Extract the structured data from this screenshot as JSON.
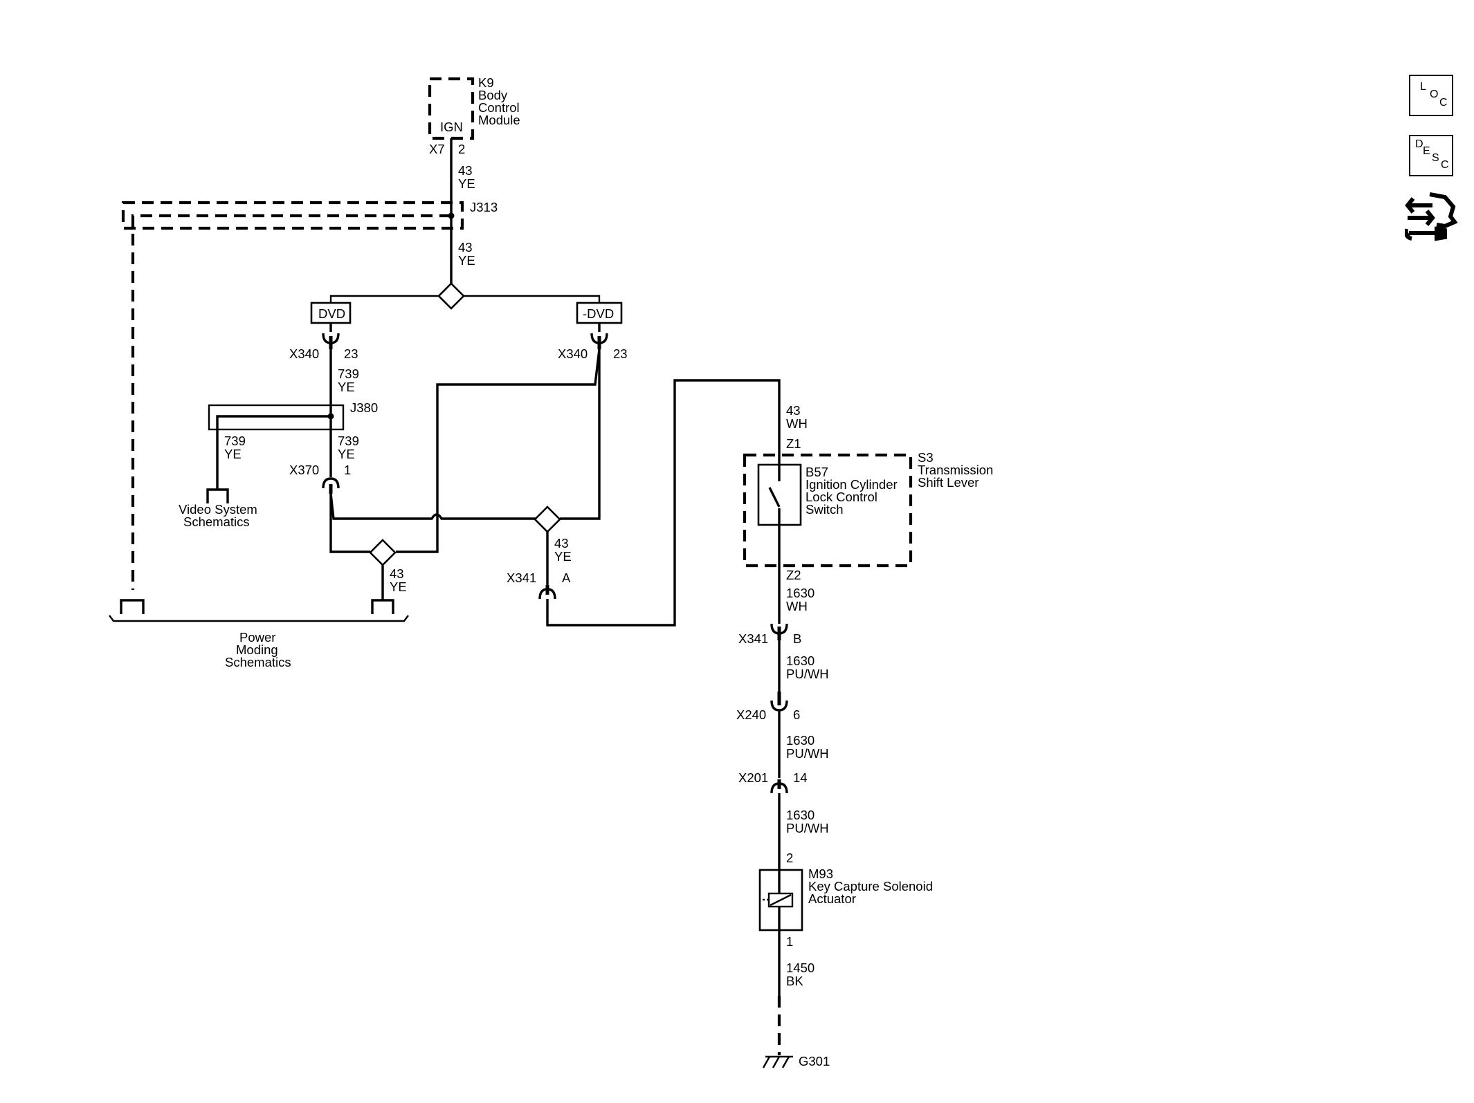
{
  "side_buttons": {
    "loc": {
      "l1": "L",
      "l2": "O",
      "l3": "C"
    },
    "desc": {
      "l1": "D",
      "l2": "E",
      "l3": "S",
      "l4": "C"
    }
  },
  "k9": {
    "ref": "K9",
    "l1": "Body",
    "l2": "Control",
    "l3": "Module",
    "pin_name": "IGN",
    "connector": "X7",
    "pin": "2"
  },
  "wires": {
    "w1": {
      "circuit": "43",
      "color": "YE"
    },
    "w2": {
      "circuit": "43",
      "color": "YE"
    },
    "w3": {
      "circuit": "739",
      "color": "YE"
    },
    "w4": {
      "circuit": "739",
      "color": "YE"
    },
    "w5": {
      "circuit": "739",
      "color": "YE"
    },
    "w6": {
      "circuit": "43",
      "color": "YE"
    },
    "w7": {
      "circuit": "43",
      "color": "YE"
    },
    "w8": {
      "circuit": "43",
      "color": "WH"
    },
    "w9": {
      "circuit": "1630",
      "color": "WH"
    },
    "w10": {
      "circuit": "1630",
      "color": "PU/WH"
    },
    "w11": {
      "circuit": "1630",
      "color": "PU/WH"
    },
    "w12": {
      "circuit": "1630",
      "color": "PU/WH"
    },
    "w13": {
      "circuit": "1450",
      "color": "BK"
    }
  },
  "splices": {
    "j313": "J313",
    "j380": "J380"
  },
  "options": {
    "dvd": "DVD",
    "no_dvd": "-DVD"
  },
  "connectors": {
    "x340_left": {
      "name": "X340",
      "pin": "23"
    },
    "x340_right": {
      "name": "X340",
      "pin": "23"
    },
    "x370": {
      "name": "X370",
      "pin": "1"
    },
    "x341_a": {
      "name": "X341",
      "pin": "A"
    },
    "x341_b": {
      "name": "X341",
      "pin": "B"
    },
    "x240": {
      "name": "X240",
      "pin": "6"
    },
    "x201": {
      "name": "X201",
      "pin": "14"
    }
  },
  "video_ref": {
    "l1": "Video System",
    "l2": "Schematics"
  },
  "power_ref": {
    "l1": "Power",
    "l2": "Moding",
    "l3": "Schematics"
  },
  "s3": {
    "ref": "S3",
    "l1": "Transmission",
    "l2": "Shift Lever",
    "pin_top": "Z1",
    "pin_bottom": "Z2"
  },
  "b57": {
    "ref": "B57",
    "l1": "Ignition Cylinder",
    "l2": "Lock Control",
    "l3": "Switch"
  },
  "m93": {
    "ref": "M93",
    "l1": "Key Capture Solenoid",
    "l2": "Actuator",
    "pin_top": "2",
    "pin_bottom": "1"
  },
  "ground": {
    "name": "G301"
  }
}
